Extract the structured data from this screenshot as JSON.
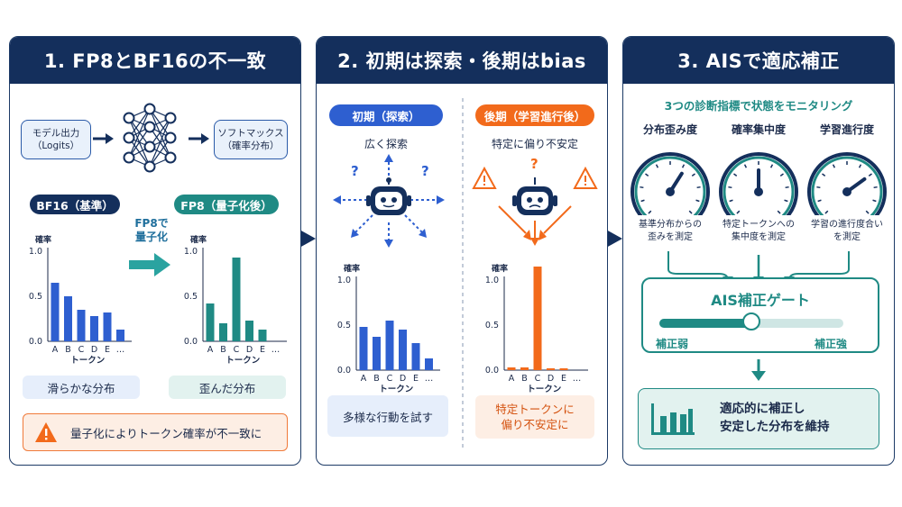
{
  "colors": {
    "navy": "#142f5c",
    "blue": "#2e5fd0",
    "teal": "#1f8a84",
    "orange": "#f26a1b",
    "lightblue": "#e6eefb",
    "lightteal": "#e2f2ef",
    "lightorange": "#fdeee4"
  },
  "panel1": {
    "title": "1. FP8とBF16の不一致",
    "model_output": "モデル出力\n（Logits）",
    "softmax": "ソフトマックス\n（確率分布）",
    "bf16_label": "BF16（基準）",
    "fp8_label": "FP8（量子化後）",
    "arrow_text": "FP8で\n量子化",
    "smooth": "滑らかな分布",
    "distorted": "歪んだ分布",
    "warning": "量子化によりトークン確率が不一致に"
  },
  "panel2": {
    "title": "2. 初期は探索・後期はbias",
    "early_pill": "初期（探索）",
    "late_pill": "後期（学習進行後）",
    "early_desc": "広く探索",
    "late_desc": "特定に偏り不安定",
    "early_box": "多様な行動を試す",
    "late_box": "特定トークンに\n偏り不安定に"
  },
  "panel3": {
    "title": "3. AISで適応補正",
    "subtitle": "3つの診断指標で状態をモニタリング",
    "gauges": [
      {
        "title": "分布歪み度",
        "desc": "基準分布からの\n歪みを測定",
        "level": 0.62
      },
      {
        "title": "確率集中度",
        "desc": "特定トークンへの\n集中度を測定",
        "level": 0.5
      },
      {
        "title": "学習進行度",
        "desc": "学習の進行度合い\nを測定",
        "level": 0.7
      }
    ],
    "gate_title": "AIS補正ゲート",
    "weak": "補正弱",
    "strong": "補正強",
    "slider_level": 0.5,
    "result": "適応的に補正し\n安定した分布を維持"
  },
  "chart_data": [
    {
      "type": "bar",
      "title": "BF16（基準）",
      "ylabel": "確率",
      "xlabel": "トークン",
      "categories": [
        "A",
        "B",
        "C",
        "D",
        "E",
        "…"
      ],
      "values": [
        0.65,
        0.5,
        0.35,
        0.28,
        0.32,
        0.13
      ],
      "ylim": [
        0,
        1.0
      ],
      "yticks": [
        "0.0",
        "0.5",
        "1.0"
      ],
      "color": "#2e5fd0"
    },
    {
      "type": "bar",
      "title": "FP8（量子化後）",
      "ylabel": "確率",
      "xlabel": "トークン",
      "categories": [
        "A",
        "B",
        "C",
        "D",
        "E",
        "…"
      ],
      "values": [
        0.42,
        0.2,
        0.93,
        0.23,
        0.13,
        0.0
      ],
      "ylim": [
        0,
        1.0
      ],
      "yticks": [
        "0.0",
        "0.5",
        "1.0"
      ],
      "color": "#1f8a84"
    },
    {
      "type": "bar",
      "title": "初期（探索）",
      "ylabel": "確率",
      "xlabel": "トークン",
      "categories": [
        "A",
        "B",
        "C",
        "D",
        "E",
        "…"
      ],
      "values": [
        0.48,
        0.37,
        0.55,
        0.45,
        0.3,
        0.13
      ],
      "ylim": [
        0,
        1.0
      ],
      "yticks": [
        "0.0",
        "0.5",
        "1.0"
      ],
      "color": "#2e5fd0"
    },
    {
      "type": "bar",
      "title": "後期（学習進行後）",
      "ylabel": "確率",
      "xlabel": "トークン",
      "categories": [
        "A",
        "B",
        "C",
        "D",
        "E",
        "…"
      ],
      "values": [
        0.03,
        0.03,
        1.15,
        0.02,
        0.02,
        0.0
      ],
      "ylim": [
        0,
        1.0
      ],
      "yticks": [
        "0.0",
        "0.5",
        "1.0"
      ],
      "color": "#f26a1b"
    }
  ]
}
